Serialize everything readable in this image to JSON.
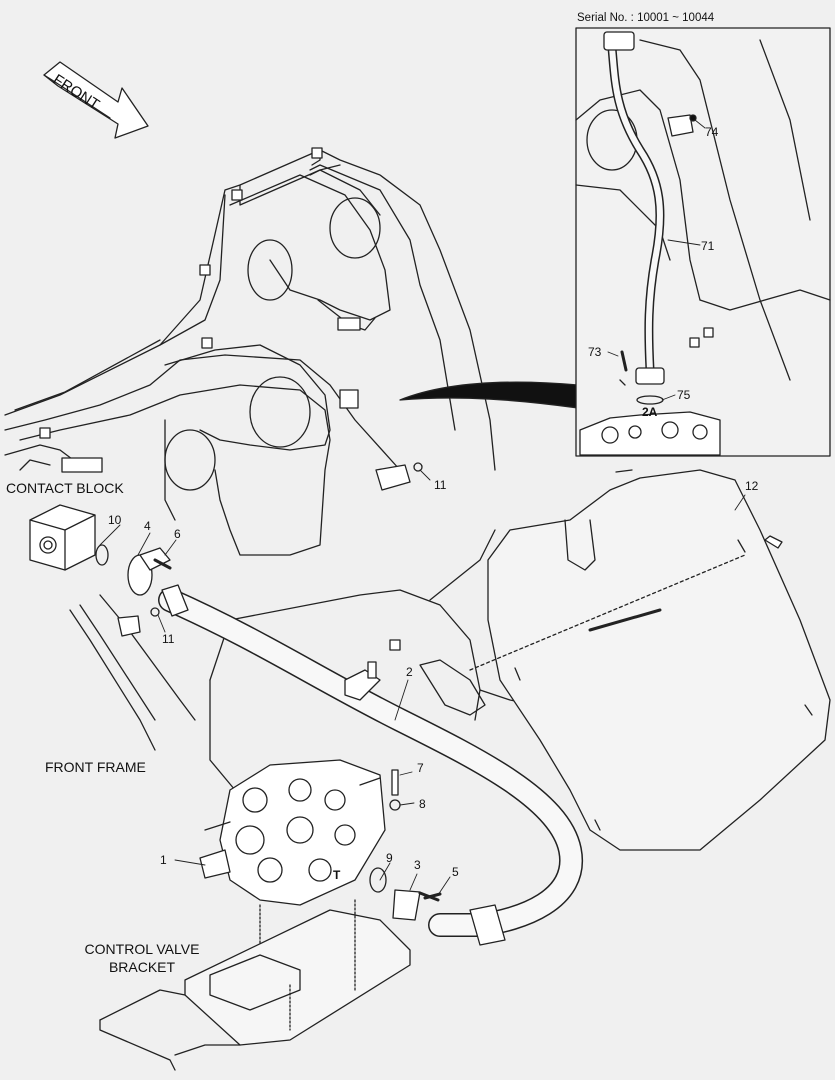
{
  "serial_label": "Serial No. : 10001 ~ 10044",
  "front_label": "FRONT",
  "captions": {
    "contact_block": "CONTACT BLOCK",
    "front_frame": "FRONT FRAME",
    "control_valve_bracket": [
      "CONTROL VALVE",
      "BRACKET"
    ]
  },
  "port_labels": {
    "inset": "2A",
    "valve": "T"
  },
  "callouts": [
    "1",
    "2",
    "3",
    "4",
    "5",
    "6",
    "7",
    "8",
    "9",
    "10",
    "11",
    "11",
    "12",
    "71",
    "73",
    "74",
    "75"
  ],
  "colors": {
    "line": "#222222",
    "background": "#f0f0f0",
    "inset_bg": "#f2f2f2"
  }
}
